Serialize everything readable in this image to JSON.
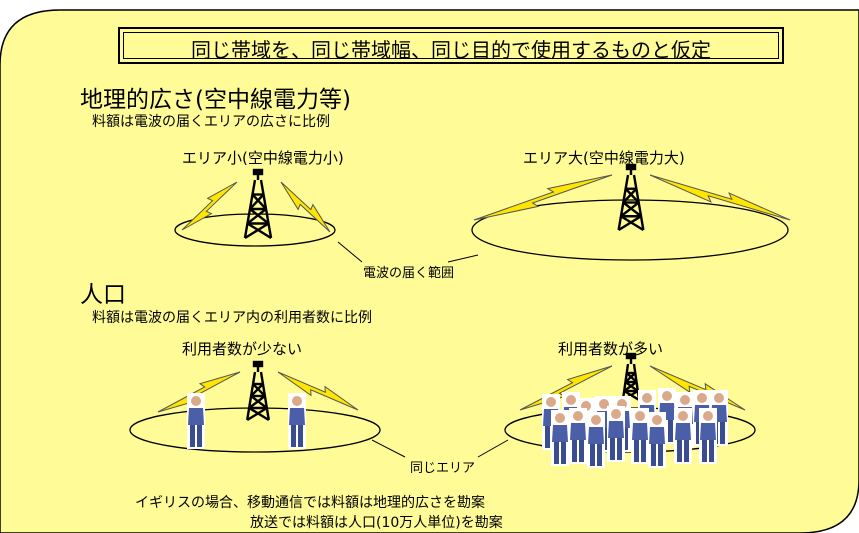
{
  "colors": {
    "background": "#fffb96",
    "bolt": "#ffe600",
    "border": "#000000",
    "person": "#4a5fa8"
  },
  "header": "同じ帯域を、同じ帯域幅、同じ目的で使用するものと仮定",
  "geography": {
    "heading": "地理的広さ(空中線電力等)",
    "subheading": "料額は電波の届くエリアの広さに比例",
    "small_label": "エリア小(空中線電力小)",
    "large_label": "エリア大(空中線電力大)",
    "callout": "電波の届く範囲"
  },
  "population": {
    "heading": "人口",
    "subheading": "料額は電波の届くエリア内の利用者数に比例",
    "few_label": "利用者数が少ない",
    "many_label": "利用者数が多い",
    "callout": "同じエリア"
  },
  "footer": {
    "line1": "イギリスの場合、移動通信では料額は地理的広さを勘案",
    "line2": "放送では料額は人口(10万人単位)を勘案"
  }
}
